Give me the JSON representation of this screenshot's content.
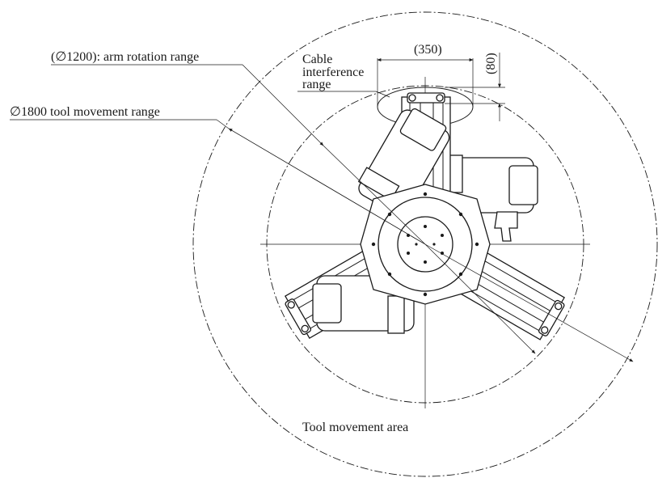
{
  "labels": {
    "arm_rotation_range": "(∅1200): arm rotation range",
    "tool_movement_range": "∅1800 tool movement range",
    "cable_line1": "Cable",
    "cable_line2": "interference",
    "cable_line3": "range",
    "dim_width": "(350)",
    "dim_height": "(80)",
    "tool_movement_area": "Tool movement area"
  }
}
